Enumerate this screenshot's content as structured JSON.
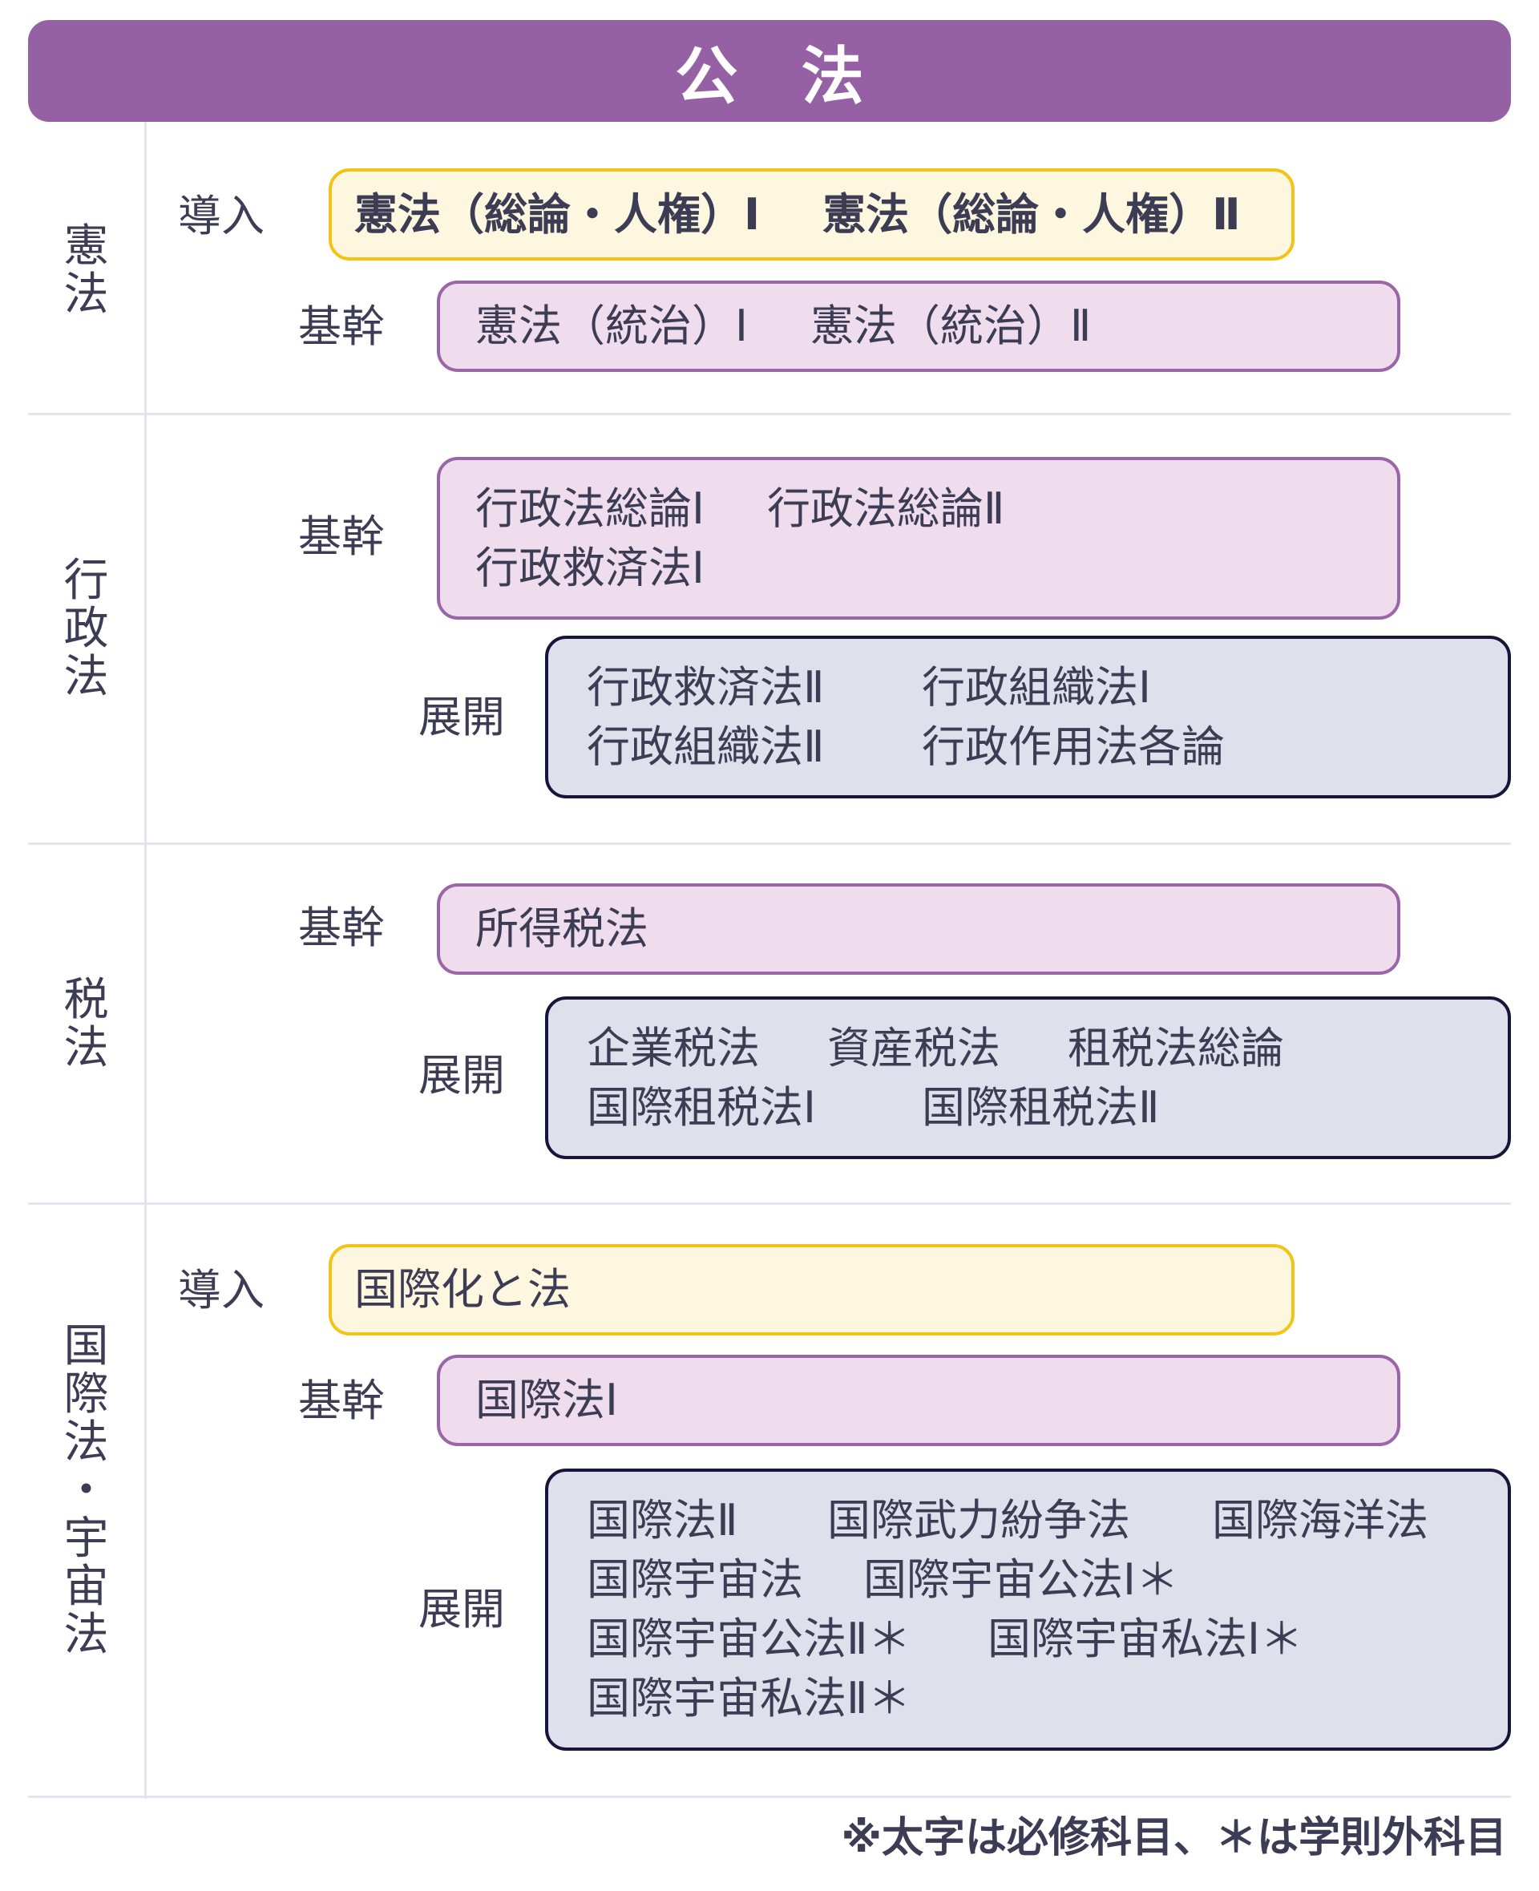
{
  "header": {
    "title": "公 法"
  },
  "levels": {
    "intro": "導入",
    "core": "基幹",
    "dev": "展開"
  },
  "sections": {
    "kenpo": {
      "label": [
        "憲",
        "法"
      ],
      "intro": [
        "憲法（総論・人権）Ⅰ",
        "憲法（総論・人権）Ⅱ"
      ],
      "core": [
        "憲法（統治）Ⅰ",
        "憲法（統治）Ⅱ"
      ]
    },
    "gyosei": {
      "label": [
        "行",
        "政",
        "法"
      ],
      "core": [
        [
          "行政法総論Ⅰ",
          "行政法総論Ⅱ"
        ],
        [
          "行政救済法Ⅰ"
        ]
      ],
      "dev": [
        [
          "行政救済法Ⅱ",
          "行政組織法Ⅰ"
        ],
        [
          "行政組織法Ⅱ",
          "行政作用法各論"
        ]
      ]
    },
    "zeiho": {
      "label": [
        "税",
        "法"
      ],
      "core": [
        "所得税法"
      ],
      "dev": [
        [
          "企業税法",
          "資産税法",
          "租税法総論"
        ],
        [
          "国際租税法Ⅰ",
          "国際租税法Ⅱ"
        ]
      ]
    },
    "kokusai": {
      "label": [
        "国",
        "際",
        "法",
        "・",
        "宇",
        "宙",
        "法"
      ],
      "intro": [
        "国際化と法"
      ],
      "core": [
        "国際法Ⅰ"
      ],
      "dev": [
        [
          "国際法Ⅱ",
          "国際武力紛争法",
          "国際海洋法"
        ],
        [
          "国際宇宙法",
          "国際宇宙公法Ⅰ＊"
        ],
        [
          "国際宇宙公法Ⅱ＊",
          "国際宇宙私法Ⅰ＊"
        ],
        [
          "国際宇宙私法Ⅱ＊"
        ]
      ]
    }
  },
  "footnote": "※太字は必修科目、＊は学則外科目",
  "colors": {
    "header": "#9561a4",
    "intro_fill": "#fdf7df",
    "intro_border": "#f2c418",
    "core_fill": "#efdcec",
    "core_border": "#9a66a8",
    "dev_fill": "#dfe0ec",
    "dev_border": "#16163a"
  }
}
